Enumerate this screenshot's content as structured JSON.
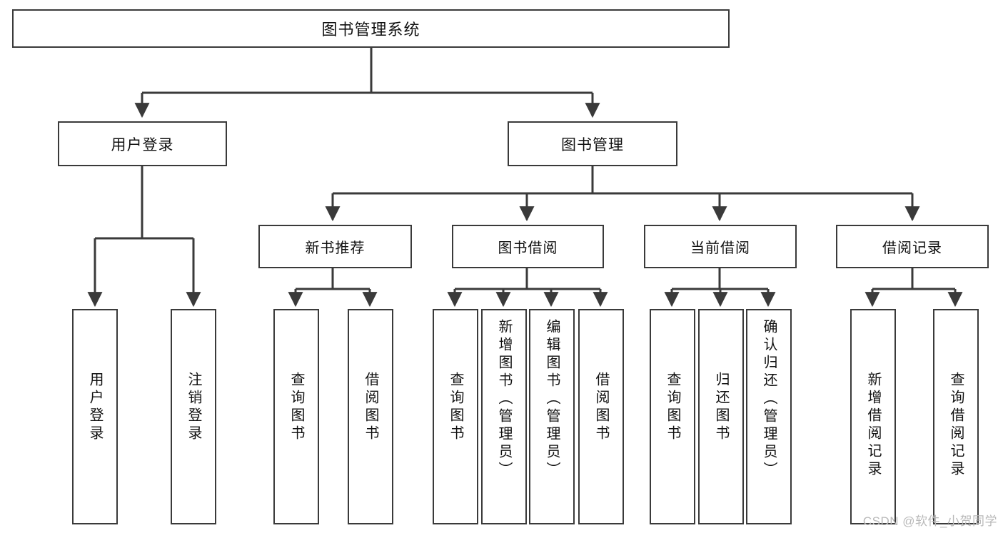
{
  "diagram": {
    "title": "图书管理系统",
    "type": "tree-hierarchy",
    "root": {
      "id": "root",
      "label": "图书管理系统"
    },
    "level1": [
      {
        "id": "user-login",
        "label": "用户登录"
      },
      {
        "id": "book-manage",
        "label": "图书管理"
      }
    ],
    "level2": [
      {
        "id": "new-book-rec",
        "label": "新书推荐",
        "parent": "book-manage"
      },
      {
        "id": "book-borrow",
        "label": "图书借阅",
        "parent": "book-manage"
      },
      {
        "id": "current-borrow",
        "label": "当前借阅",
        "parent": "book-manage"
      },
      {
        "id": "borrow-record",
        "label": "借阅记录",
        "parent": "book-manage"
      }
    ],
    "leaves": [
      {
        "id": "leaf-user-login",
        "label": "用户登录",
        "parent": "user-login"
      },
      {
        "id": "leaf-user-logout",
        "label": "注销登录",
        "parent": "user-login"
      },
      {
        "id": "leaf-query-book-1",
        "label": "查询图书",
        "parent": "new-book-rec"
      },
      {
        "id": "leaf-borrow-book-1",
        "label": "借阅图书",
        "parent": "new-book-rec"
      },
      {
        "id": "leaf-query-book-2",
        "label": "查询图书",
        "parent": "book-borrow"
      },
      {
        "id": "leaf-add-book",
        "label": "新增图书（管理员）",
        "parent": "book-borrow"
      },
      {
        "id": "leaf-edit-book",
        "label": "编辑图书（管理员）",
        "parent": "book-borrow"
      },
      {
        "id": "leaf-borrow-book-2",
        "label": "借阅图书",
        "parent": "book-borrow"
      },
      {
        "id": "leaf-query-book-3",
        "label": "查询图书",
        "parent": "current-borrow"
      },
      {
        "id": "leaf-return-book",
        "label": "归还图书",
        "parent": "current-borrow"
      },
      {
        "id": "leaf-confirm-return",
        "label": "确认归还（管理员）",
        "parent": "current-borrow"
      },
      {
        "id": "leaf-add-record",
        "label": "新增借阅记录",
        "parent": "borrow-record"
      },
      {
        "id": "leaf-query-record",
        "label": "查询借阅记录",
        "parent": "borrow-record"
      }
    ],
    "colors": {
      "stroke": "#3a3a3a",
      "fill": "#ffffff",
      "text": "#111111",
      "watermark": "#b9b9b9"
    }
  },
  "watermark": {
    "text": "CSDN @软件_小贺同学"
  }
}
